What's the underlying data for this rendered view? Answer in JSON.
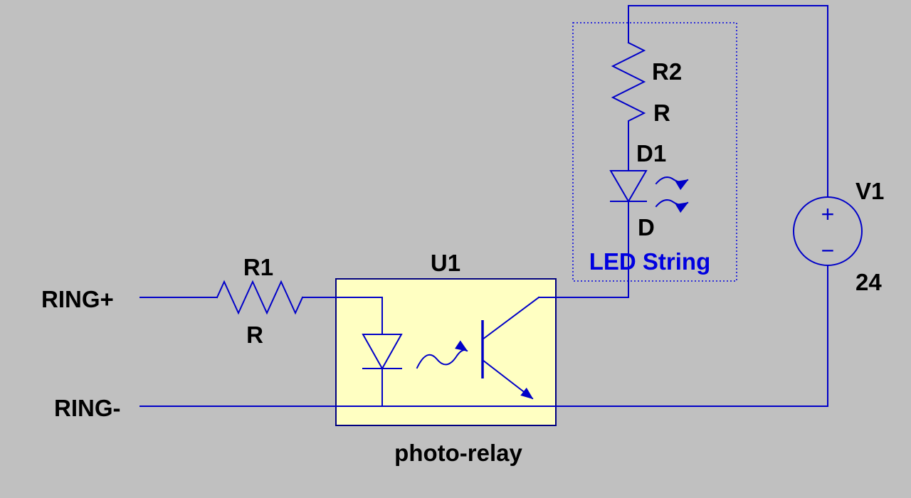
{
  "colors": {
    "bg": "#c0c0c0",
    "wire": "#0000c8",
    "accent-blue": "#0000e0",
    "box-fill": "#ffffc2",
    "box-border": "#000080",
    "text": "#000000"
  },
  "schematic": {
    "nets": {
      "ring_plus": "RING+",
      "ring_minus": "RING-"
    },
    "components": {
      "r1": {
        "name": "R1",
        "value": "R"
      },
      "u1": {
        "name": "U1",
        "caption": "photo-relay"
      },
      "r2": {
        "name": "R2",
        "value": "R"
      },
      "d1": {
        "name": "D1",
        "value": "D"
      },
      "led_string": {
        "label": "LED String"
      },
      "v1": {
        "name": "V1",
        "value": "24",
        "plus": "+",
        "minus": "−"
      }
    }
  }
}
